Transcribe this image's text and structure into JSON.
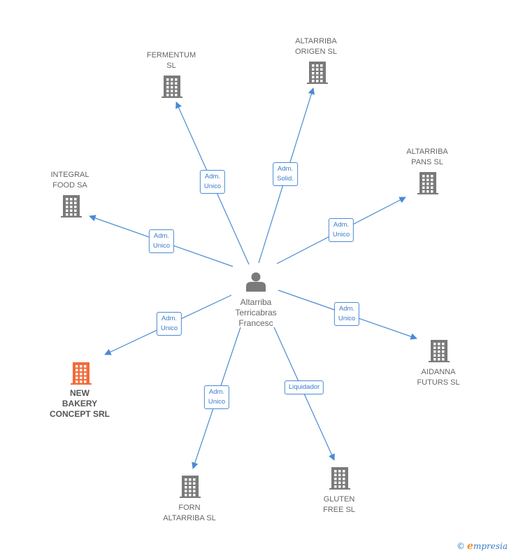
{
  "colors": {
    "edge": "#4a8ad4",
    "building": "#7a7a7a",
    "highlight": "#f26b3a",
    "person": "#7a7a7a"
  },
  "center": {
    "name_lines": [
      "Altarriba",
      "Terricabras",
      "Francesc"
    ],
    "icon": "person-icon"
  },
  "nodes": [
    {
      "id": "fermentum",
      "lines": [
        "FERMENTUM",
        "SL"
      ],
      "icon": "building-icon"
    },
    {
      "id": "altarriba-origen",
      "lines": [
        "ALTARRIBA",
        "ORIGEN SL"
      ],
      "icon": "building-icon"
    },
    {
      "id": "altarriba-pans",
      "lines": [
        "ALTARRIBA",
        "PANS SL"
      ],
      "icon": "building-icon"
    },
    {
      "id": "integral-food",
      "lines": [
        "INTEGRAL",
        "FOOD SA"
      ],
      "icon": "building-icon"
    },
    {
      "id": "aidanna-futurs",
      "lines": [
        "AIDANNA",
        "FUTURS SL"
      ],
      "icon": "building-icon"
    },
    {
      "id": "new-bakery",
      "lines": [
        "NEW",
        "BAKERY",
        "CONCEPT SRL"
      ],
      "icon": "building-icon",
      "highlight": true
    },
    {
      "id": "forn-altarriba",
      "lines": [
        "FORN",
        "ALTARRIBA SL"
      ],
      "icon": "building-icon"
    },
    {
      "id": "gluten-free",
      "lines": [
        "GLUTEN",
        "FREE SL"
      ],
      "icon": "building-icon"
    }
  ],
  "edges": [
    {
      "to": "fermentum",
      "label_lines": [
        "Adm.",
        "Unico"
      ]
    },
    {
      "to": "altarriba-origen",
      "label_lines": [
        "Adm.",
        "Solid."
      ]
    },
    {
      "to": "altarriba-pans",
      "label_lines": [
        "Adm.",
        "Unico"
      ]
    },
    {
      "to": "integral-food",
      "label_lines": [
        "Adm.",
        "Unico"
      ]
    },
    {
      "to": "aidanna-futurs",
      "label_lines": [
        "Adm.",
        "Unico"
      ]
    },
    {
      "to": "new-bakery",
      "label_lines": [
        "Adm.",
        "Unico"
      ]
    },
    {
      "to": "forn-altarriba",
      "label_lines": [
        "Adm.",
        "Unico"
      ]
    },
    {
      "to": "gluten-free",
      "label_lines": [
        "Liquidador"
      ]
    }
  ],
  "footer": {
    "copyright": "©",
    "brand_initial": "e",
    "brand_rest": "mpresia"
  }
}
